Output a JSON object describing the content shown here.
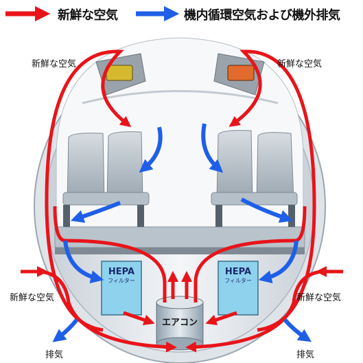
{
  "legend": {
    "fresh_air": "新鮮な空気",
    "recirc_air": "機内循環空気および機外排気",
    "fresh_color": "#e8141a",
    "recirc_color": "#1f5fe8"
  },
  "labels": {
    "fresh_top_left": "新鮮な空気",
    "fresh_top_right": "新鮮な空気",
    "fresh_bottom_left": "新鮮な空気",
    "fresh_bottom_right": "新鮮な空気",
    "exhaust_left": "排気",
    "exhaust_right": "排気"
  },
  "hepa_left": {
    "title": "HEPA",
    "sub": "フィルター"
  },
  "hepa_right": {
    "title": "HEPA",
    "sub": "フィルター"
  },
  "aircon": "エアコン"
}
